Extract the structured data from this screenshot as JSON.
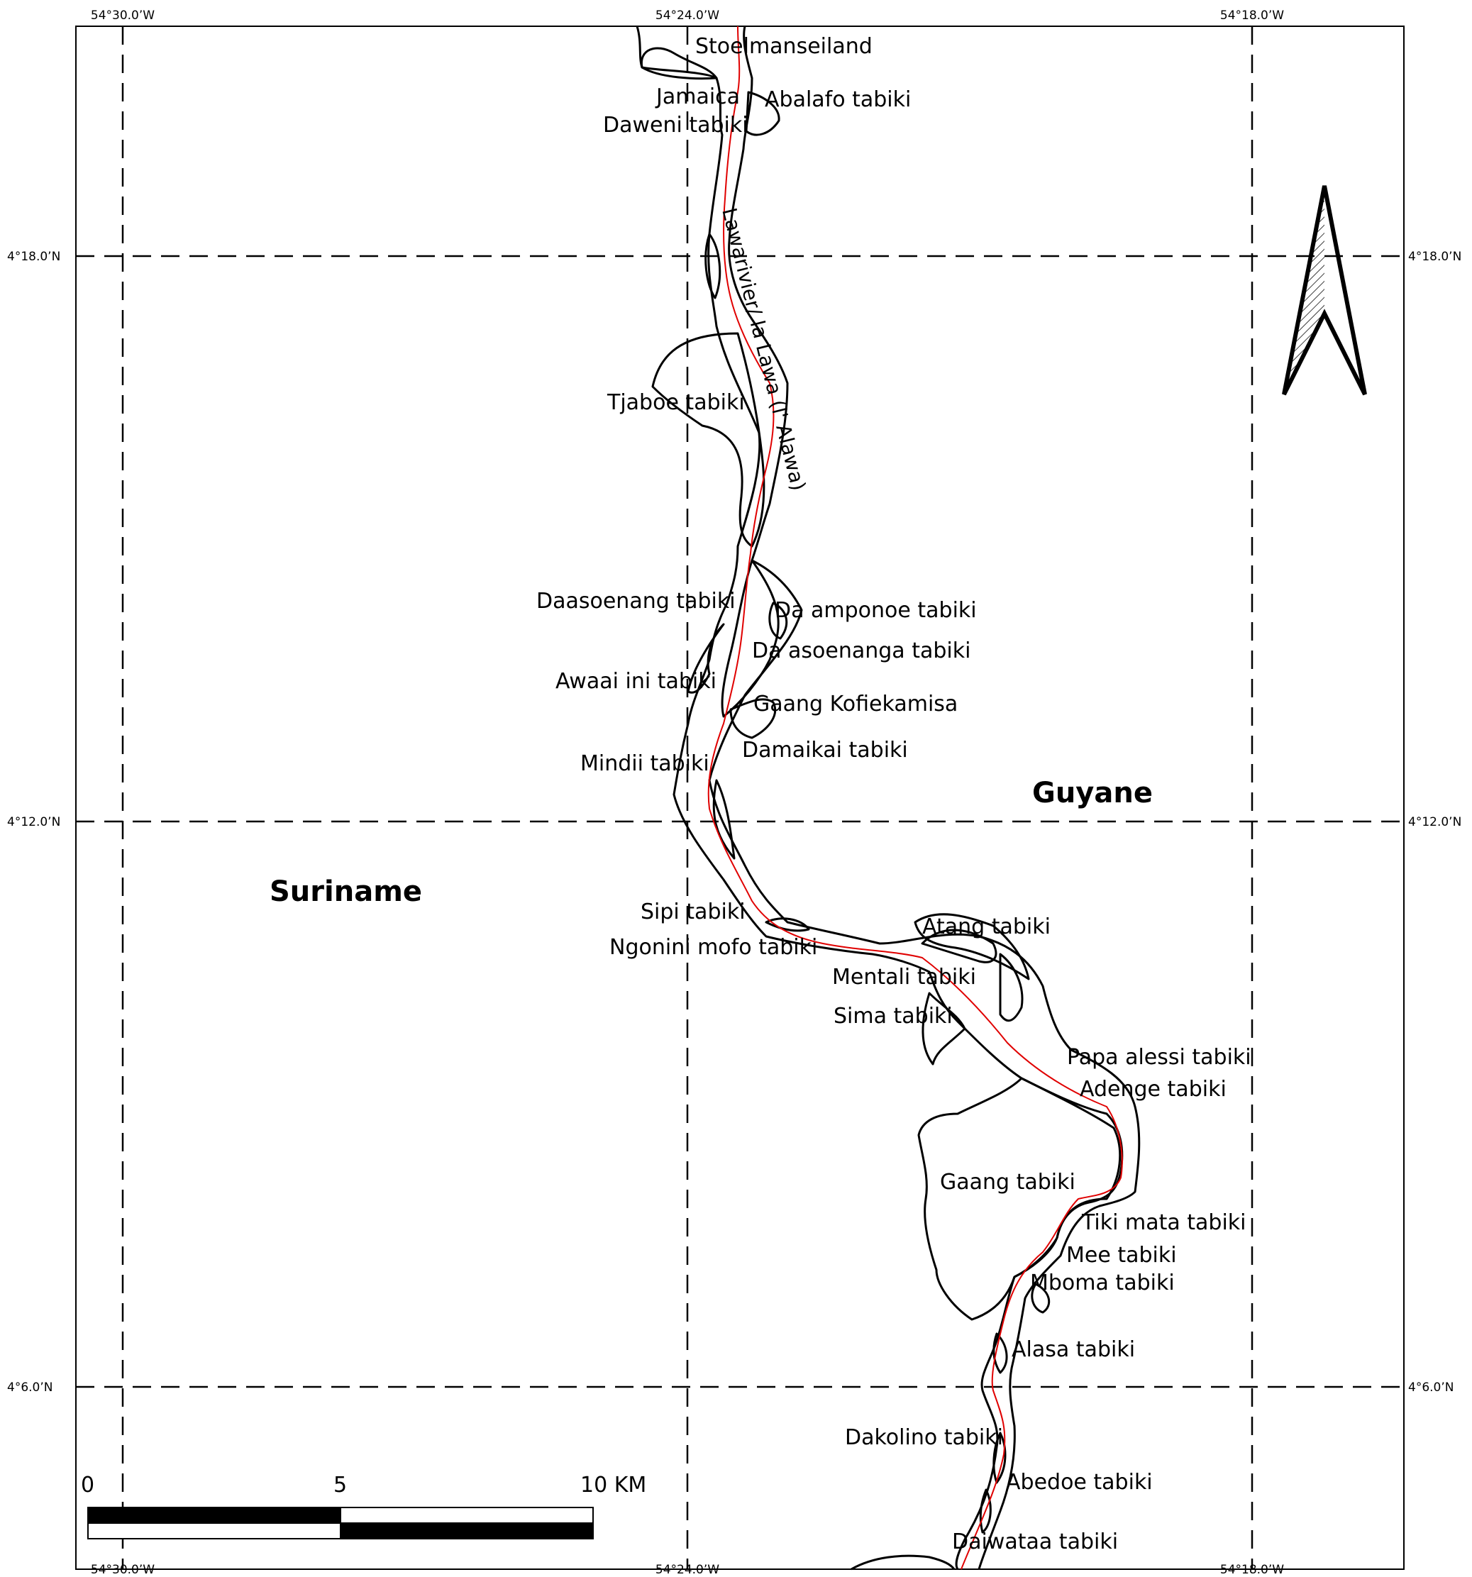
{
  "map": {
    "longitude_labels": [
      "54°30.0’W",
      "54°24.0’W",
      "54°18.0’W"
    ],
    "latitude_labels": [
      "4°18.0’N",
      "4°12.0’N",
      "4°6.0’N"
    ],
    "countries": {
      "west": "Suriname",
      "east": "Guyane"
    },
    "river_name": "Lawarivier/ la Lawa (l' Alawa)",
    "places": [
      "Stoelmanseiland",
      "Jamaica",
      "Abalafo tabiki",
      "Daweni tabiki",
      "Tjaboe tabiki",
      "Daasoenang tabiki",
      "Da amponoe tabiki",
      "Da asoenanga tabiki",
      "Awaai ini tabiki",
      "Gaang Kofiekamisa",
      "Damaikai tabiki",
      "Mindii tabiki",
      "Sipi tabiki",
      "Ngonini mofo tabiki",
      "Atang tabiki",
      "Mentali tabiki",
      "Sima tabiki",
      "Papa alessi tabiki",
      "Adenge tabiki",
      "Gaang tabiki",
      "Tiki mata tabiki",
      "Mee tabiki",
      "Mboma tabiki",
      "Alasa tabiki",
      "Dakolino tabiki",
      "Abedoe tabiki",
      "Daiwataa tabiki"
    ],
    "scale_bar": {
      "labels": [
        "0",
        "5",
        "10 KM"
      ]
    },
    "north_arrow": "north-arrow-icon",
    "colors": {
      "river_line": "#e00000",
      "ink": "#000000",
      "background": "#ffffff"
    }
  }
}
